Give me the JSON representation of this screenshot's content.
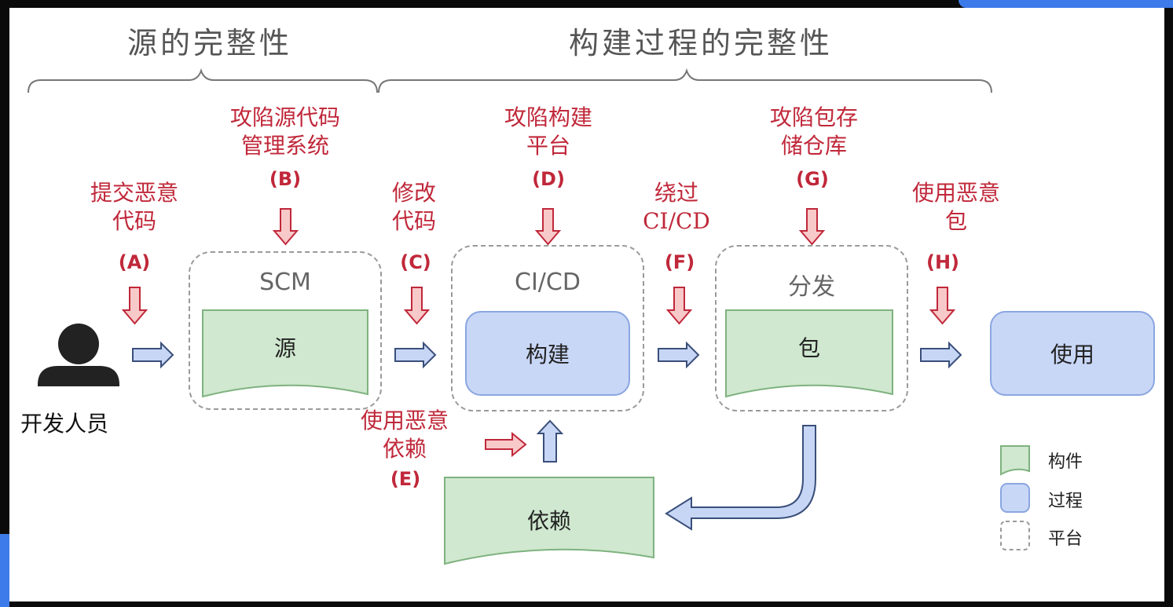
{
  "sections": {
    "source_integrity": "源的完整性",
    "build_integrity": "构建过程的完整性"
  },
  "developer": {
    "label": "开发人员"
  },
  "attacks": {
    "a": {
      "text": "提交恶意\n代码",
      "code": "(A)"
    },
    "b": {
      "text": "攻陷源代码\n管理系统",
      "code": "(B)"
    },
    "c": {
      "text": "修改\n代码",
      "code": "(C)"
    },
    "d": {
      "text": "攻陷构建\n平台",
      "code": "(D)"
    },
    "e": {
      "text": "使用恶意\n依赖",
      "code": "(E)"
    },
    "f": {
      "text": "绕过\nCI/CD",
      "code": "(F)"
    },
    "g": {
      "text": "攻陷包存\n储仓库",
      "code": "(G)"
    },
    "h": {
      "text": "使用恶意\n包",
      "code": "(H)"
    }
  },
  "platforms": {
    "scm": "SCM",
    "cicd": "CI/CD",
    "distribution": "分发"
  },
  "nodes": {
    "source": "源",
    "build": "构建",
    "package": "包",
    "use": "使用",
    "dependency": "依赖"
  },
  "legend": {
    "artifact": "构件",
    "process": "过程",
    "platform": "平台"
  },
  "colors": {
    "attack": "#c0283a",
    "artifact_fill": "#cfe8cf",
    "artifact_border": "#7fb27f",
    "process_fill": "#c9d7f7",
    "process_border": "#8aa6e0",
    "arrow_fill": "#c7d6f5",
    "attack_arrow_fill": "#f8c9c9"
  }
}
